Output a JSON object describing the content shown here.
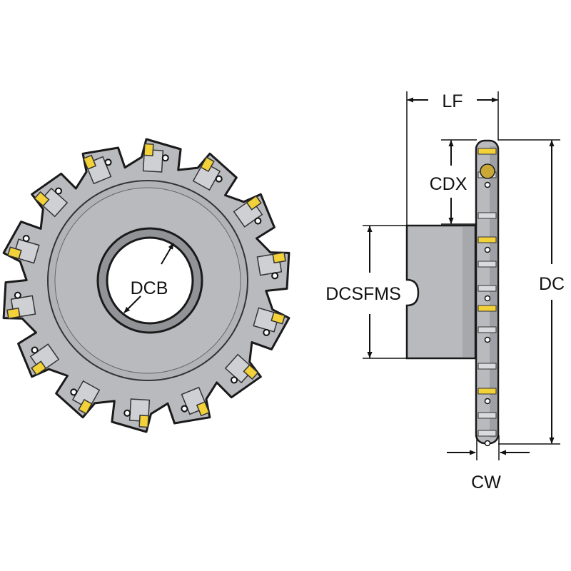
{
  "labels": {
    "bore_diameter": "DCB",
    "overall_width": "LF",
    "cutting_depth": "CDX",
    "face_diameter": "DCSFMS",
    "cutting_diameter": "DC",
    "cutting_width": "CW"
  },
  "colors": {
    "body": "#b9babe",
    "body_dark": "#8c8d92",
    "outline": "#1a1a1a",
    "insert": "#f3d138",
    "dimension_line": "#111111"
  },
  "insert_count": 14
}
